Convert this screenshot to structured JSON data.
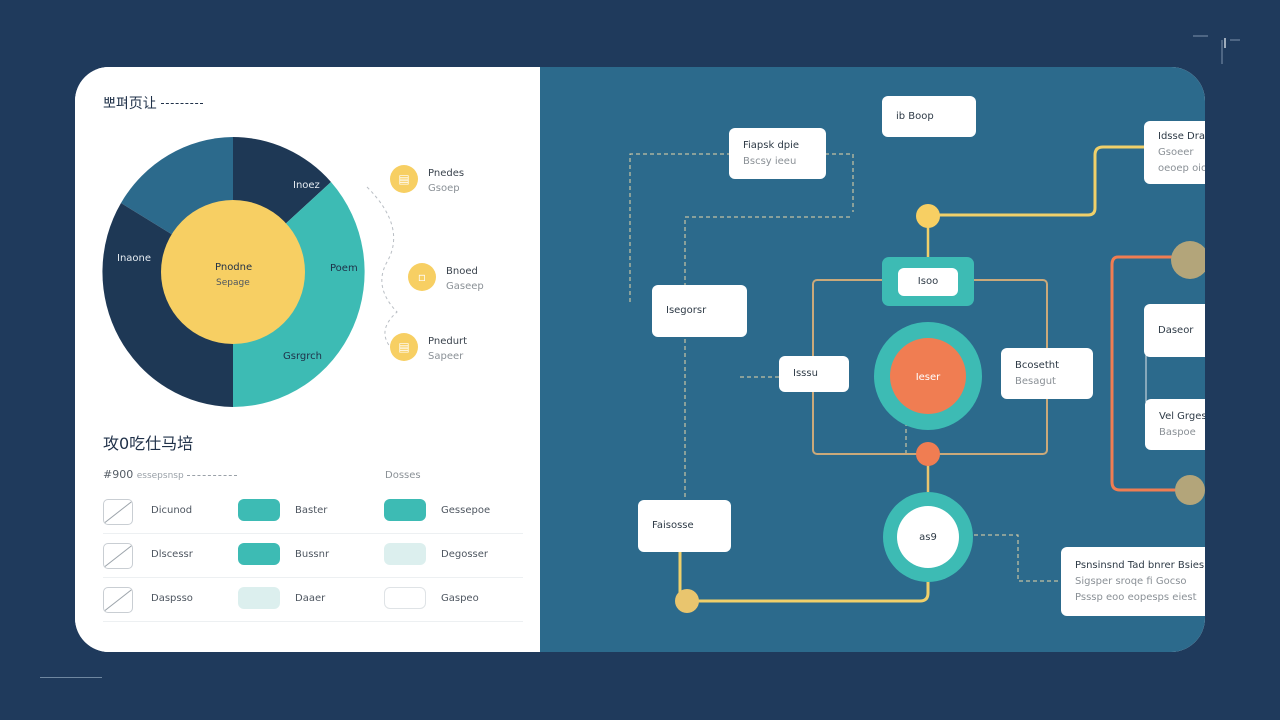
{
  "left_panel": {
    "title": "뽀펴页让",
    "pie_labels": [
      "Inoez",
      "Inaone",
      "Poem",
      "Gsrgrch"
    ],
    "center_label": [
      "Pnodne",
      "Sepage"
    ],
    "legend": [
      {
        "title": "Pnedes",
        "sub": "Gsoep",
        "icon": "document-icon"
      },
      {
        "title": "Bnoed",
        "sub": "Gaseep",
        "icon": "message-icon"
      },
      {
        "title": "Pnedurt",
        "sub": "Sapeer",
        "icon": "document-icon"
      }
    ],
    "table": {
      "title": "攻0吃仕马培",
      "head_left": "#900",
      "head_mid": "essepsnsp",
      "head_right": "Dosses",
      "rows": [
        {
          "c1": "Dicunod",
          "c2": "Baster",
          "c3": "Gessepoe"
        },
        {
          "c1": "Dlscessr",
          "c2": "Bussnr",
          "c3": "Degosser"
        },
        {
          "c1": "Daspsso",
          "c2": "Daaer",
          "c3": "Gaspeo"
        }
      ]
    }
  },
  "diagram": {
    "nodes": {
      "top_center": "ib Boop",
      "top_left": [
        "Fiapsk dpie",
        "Bscsy ieeu"
      ],
      "top_right": [
        "Idsse Draee",
        "Gsoeer",
        "oeoep oiop"
      ],
      "left_mid": "Isegorsr",
      "center_top": "Isoo",
      "left_inner": "Isssu",
      "core": "Ieser",
      "right_inner": [
        "Bcosetht",
        "Besagut"
      ],
      "right_a": "Daseor",
      "right_b": [
        "Vel Grgest",
        "Baspoe"
      ],
      "bottom_left": "Faisosse",
      "bottom_circle": "as9",
      "bottom_right": [
        "Psnsinsnd Tad bnrer Bsiesr",
        "Sigsper sroqe fi Gocso",
        "Psssp eoo eopesps eiest"
      ]
    }
  },
  "colors": {
    "background": "#1f3a5c",
    "panel": "#2c6a8c",
    "navy": "#1e3855",
    "teal": "#3dbbb4",
    "yellow": "#f7cf63",
    "coral": "#f07d52",
    "olive": "#b3a57a",
    "tan": "#caa97a"
  }
}
